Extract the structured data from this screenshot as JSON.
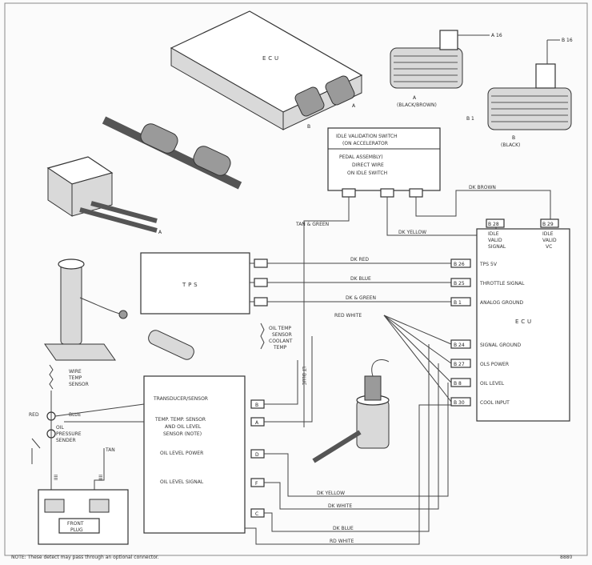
{
  "ecu_top": {
    "label": "E C U",
    "connector_a": "A",
    "connector_b": "B"
  },
  "connectors": {
    "a_label": "A",
    "a_color": "(BLACK/BROWN)",
    "a_pin": "A 16",
    "b_label": "B",
    "b_color": "(BLACK)",
    "b_pin_top": "B 16",
    "b_pin_side": "B 1"
  },
  "harness_connector_label": "A",
  "ivs_module": {
    "title_line1": "IDLE VALIDATION SWITCH",
    "title_line2": "(ON ACCELERATOR",
    "title_line3": "PEDAL ASSEMBLY)",
    "line4": "DIRECT WIRE",
    "line5": "ON IDLE SWITCH"
  },
  "tps": {
    "label": "T P S"
  },
  "ecu_main": {
    "label": "E C U",
    "pins": [
      {
        "pin": "B 26",
        "text": "TPS 5V"
      },
      {
        "pin": "B 25",
        "text": "THROTTLE SIGNAL"
      },
      {
        "pin": "B 1",
        "text": "ANALOG GROUND"
      },
      {
        "pin": "B 24",
        "text": "SIGNAL GROUND"
      },
      {
        "pin": "B 27",
        "text": "OLS POWER"
      },
      {
        "pin": "B 8",
        "text": "OIL LEVEL"
      },
      {
        "pin": "B 30",
        "text": "COOL INPUT"
      }
    ],
    "top_pins": [
      {
        "pin": "B 28",
        "text1": "IDLE",
        "text2": "VALID",
        "text3": "SIGNAL"
      },
      {
        "pin": "B 29",
        "text1": "IDLE",
        "text2": "VALID",
        "text3": "VC"
      }
    ]
  },
  "wires": {
    "green_top": "TAN & GREEN",
    "brown": "DK BROWN",
    "yellow_top": "DK YELLOW",
    "red": "DK RED",
    "blue": "DK BLUE",
    "green_mid": "DK & GREEN",
    "white": "RED WHITE",
    "blue_vert": "LT BLUE",
    "yellow_bot": "DK YELLOW",
    "white_bot1": "DK WHITE",
    "blue_bot": "DK BLUE",
    "white_bot2": "RD WHITE"
  },
  "sensor": {
    "label_line1": "OIL TEMP",
    "label_line2": "SENSOR",
    "label_line3": "COOLANT",
    "label_line4": "TEMP"
  },
  "transducer": {
    "title": "TRANSDUCER/SENSOR",
    "row1": "TEMP. TEMP. SENSOR",
    "row2": "AND OIL LEVEL",
    "row3": "SENSOR (NOTE)",
    "row4": "OIL LEVEL POWER",
    "row5": "OIL LEVEL SIGNAL",
    "pins": [
      "B",
      "A",
      "D",
      "F",
      "C"
    ]
  },
  "left_sensor": {
    "line1": "WIRE",
    "line2": "TEMP",
    "line3": "SENSOR",
    "line4": "OIL",
    "line5": "PRESSURE",
    "line6": "SENDER",
    "red_label": "RED",
    "blue_label": "BLUE",
    "tan_label": "TAN"
  },
  "lower_connector": {
    "line1": "FRONT",
    "line2": "PLUG"
  },
  "footer": {
    "note": "NOTE: These detect may pass through an optional connector.",
    "code": "8880"
  }
}
